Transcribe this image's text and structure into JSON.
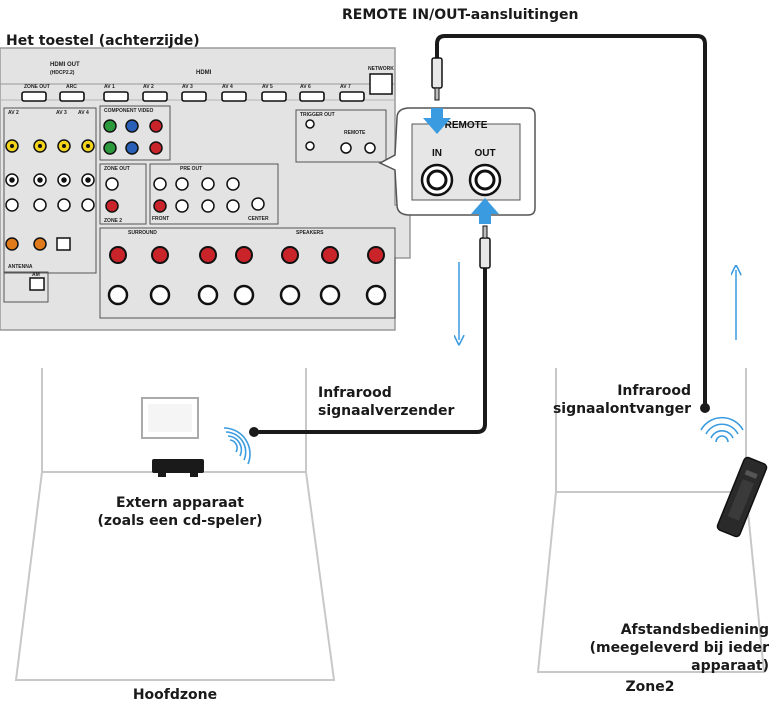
{
  "title_connections": "REMOTE IN/OUT-aansluitingen",
  "title_device": "Het toestel (achterzijde)",
  "zoom_panel": {
    "header": "REMOTE",
    "in_label": "IN",
    "out_label": "OUT"
  },
  "panel_labels": {
    "hdmi_out": "HDMI OUT",
    "hdcp": "(HDCP2.2)",
    "hdmi": "HDMI",
    "zone_out": "ZONE OUT",
    "arc": "ARC",
    "av1": "AV 1",
    "av2": "AV 2",
    "av3": "AV 3",
    "av4": "AV 4",
    "av5": "AV 5",
    "av6": "AV 6",
    "av7": "AV 7",
    "network": "NETWORK",
    "component_video": "COMPONENT VIDEO",
    "trigger_out": "TRIGGER OUT",
    "remote": "REMOTE",
    "pre_out": "PRE OUT",
    "front": "FRONT",
    "surround": "SURROUND",
    "center": "CENTER",
    "speakers": "SPEAKERS",
    "zone2": "ZONE 2",
    "am": "AM",
    "antenna": "ANTENNA"
  },
  "label_ir_transmitter": [
    "Infrarood",
    "signaalverzender"
  ],
  "label_ir_receiver": [
    "Infrarood",
    "signaalontvanger"
  ],
  "label_external_device": [
    "Extern apparaat",
    "(zoals een cd-speler)"
  ],
  "label_remote_control": [
    "Afstandsbediening",
    "(meegeleverd bij ieder",
    "apparaat)"
  ],
  "label_main_zone": "Hoofdzone",
  "label_zone2": "Zone2",
  "colors": {
    "cable": "#1a1a1a",
    "signal_arrow": "#3a9be0",
    "panel": "#e3e3e3",
    "room_line": "#c8c8c8"
  }
}
